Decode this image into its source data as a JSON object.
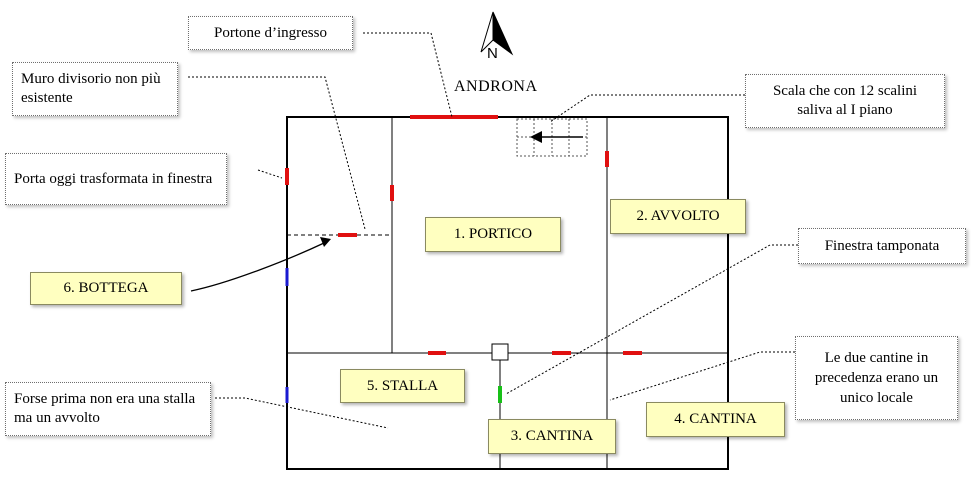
{
  "heading": "ANDRONA",
  "compass_label": "N",
  "rooms": {
    "portico": "1. PORTICO",
    "avvolto": "2. AVVOLTO",
    "cantina3": "3. CANTINA",
    "cantina4": "4. CANTINA",
    "stalla": "5. STALLA",
    "bottega": "6. BOTTEGA"
  },
  "notes": {
    "portone": "Portone d’ingresso",
    "muro": "Muro divisorio non più esistente",
    "scala": "Scala che con 12 scalini saliva al I piano",
    "porta": "Porta oggi trasformata in finestra",
    "finestra": "Finestra tamponata",
    "cantine": "Le due cantine in precedenza erano un unico locale",
    "stalla_note": "Forse prima non era una stalla ma un avvolto"
  },
  "colors": {
    "door": "#e01010",
    "window": "#1a1ad0",
    "walled_window": "#18c018",
    "room_label_bg": "#ffffc0"
  }
}
